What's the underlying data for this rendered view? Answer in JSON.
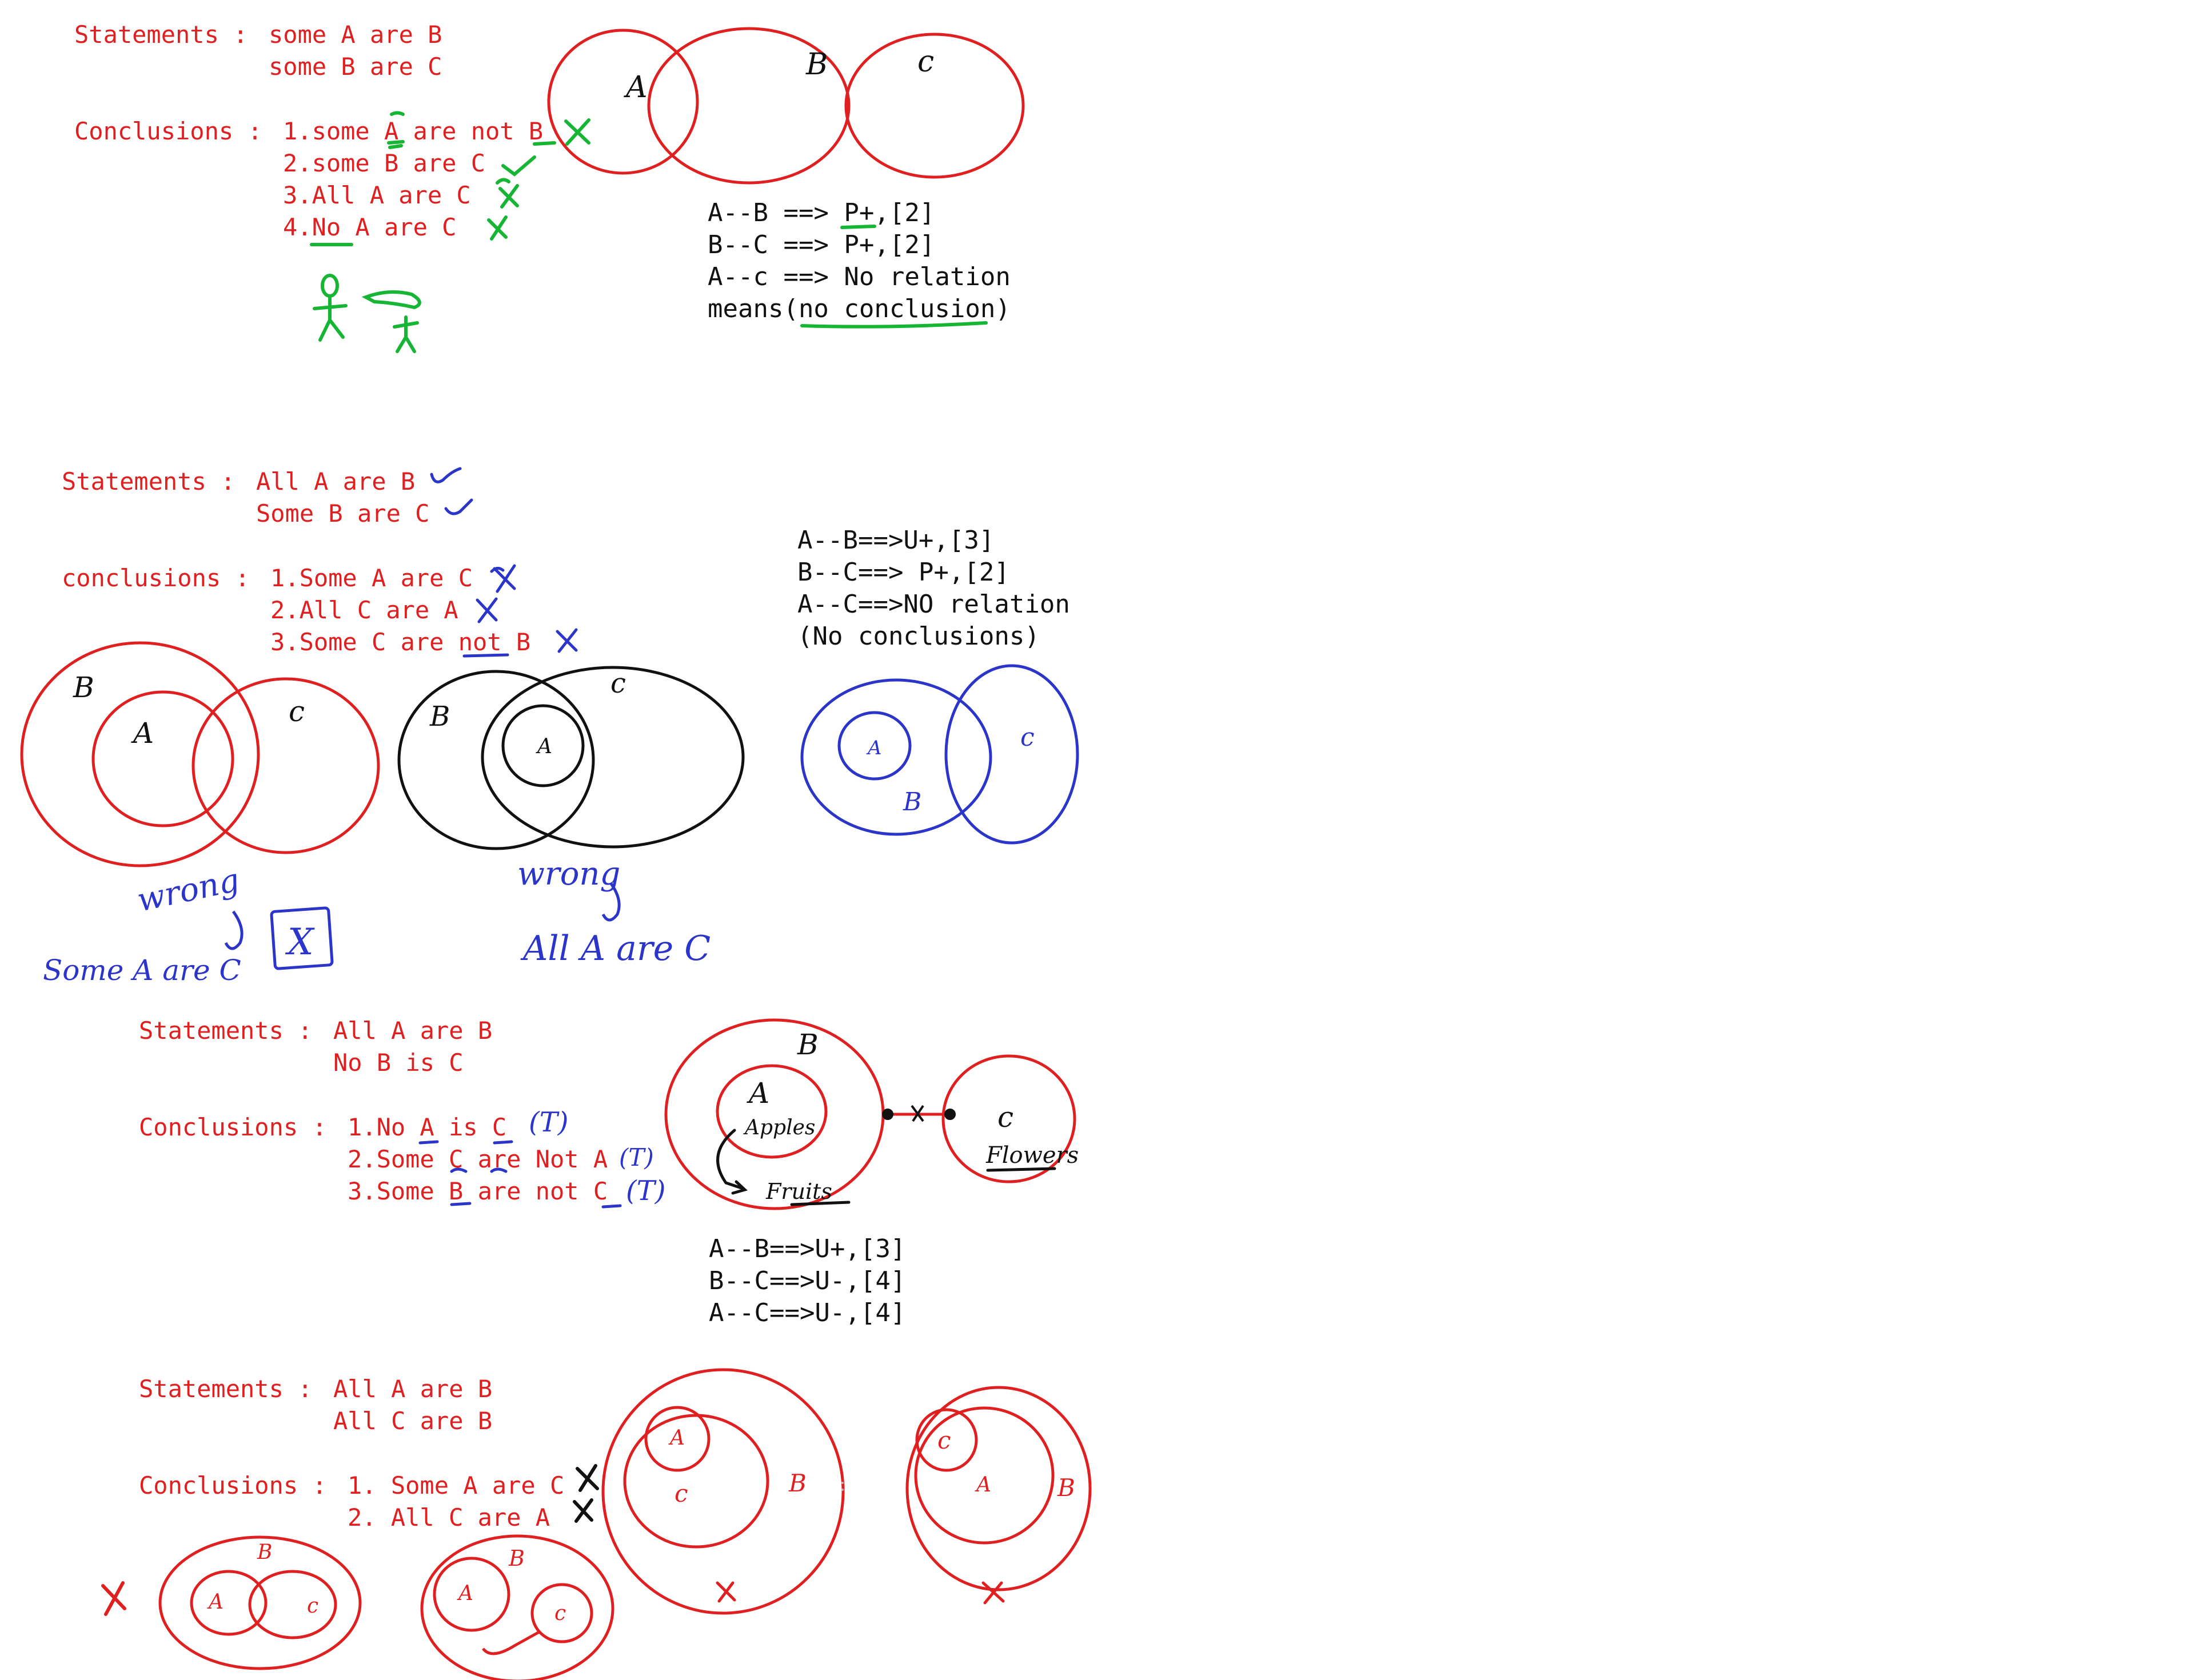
{
  "colors": {
    "red": "#e02020",
    "black": "#111111",
    "blue": "#2b35c9",
    "green": "#17b534"
  },
  "problem1": {
    "statements_label": "Statements : ",
    "statement_1": "some A are B",
    "statement_2": "some B are C",
    "conclusions_label": "Conclusions : ",
    "conclusion_1": "1.some A are not B",
    "conclusion_2": "2.some B are C",
    "conclusion_3": "3.All A are C",
    "conclusion_4": "4.No A are C",
    "diagram_labels": {
      "a": "A",
      "b": "B",
      "c": "c"
    },
    "relations": [
      "A--B ==> P+,[2]",
      "B--C ==> P+,[2]",
      "A--c ==> No relation",
      "means(no conclusion)"
    ]
  },
  "problem2": {
    "statements_label": "Statements : ",
    "statement_1": "All A are B",
    "statement_2": "Some B are C",
    "conclusions_label": "conclusions : ",
    "conclusion_1": "1.Some A are C",
    "conclusion_2": "2.All C are A",
    "conclusion_3": "3.Some C are not B",
    "relations": [
      "A--B==>U+,[3]",
      "B--C==> P+,[2]",
      "A--C==>NO relation",
      "(No conclusions)"
    ],
    "red_diagram_labels": {
      "b": "B",
      "a": "A",
      "c": "c"
    },
    "black_diagram_labels": {
      "b": "B",
      "a": "A",
      "c": "c"
    },
    "blue_diagram_labels": {
      "a": "A",
      "b": "B",
      "c": "c"
    },
    "note_wrong_1": "wrong",
    "note_some_a_are_c": "Some A are C",
    "note_x": "X",
    "note_wrong_2": "wrong",
    "note_all_a_are_c": "All A are C"
  },
  "problem3": {
    "statements_label": "Statements : ",
    "statement_1": "All A are B",
    "statement_2": "No B is C",
    "conclusions_label": "Conclusions : ",
    "conclusion_1": "1.No A is C",
    "conclusion_2": "2.Some C are Not A",
    "conclusion_3": "3.Some B are not C",
    "marks": [
      "(T)",
      "(T)",
      "(T)"
    ],
    "diagram_labels": {
      "b": "B",
      "a": "A",
      "apples": "Apples",
      "fruits": "Fruits",
      "c": "c",
      "flowers": "Flowers"
    },
    "relations": [
      "A--B==>U+,[3]",
      "B--C==>U-,[4]",
      "A--C==>U-,[4]"
    ]
  },
  "problem4": {
    "statements_label": "Statements : ",
    "statement_1": "All A are B",
    "statement_2": "All C are B",
    "conclusions_label": "Conclusions : ",
    "conclusion_1": "1. Some A are C",
    "conclusion_2": "2. All C are A",
    "diagram1_labels": {
      "b": "B",
      "a": "A",
      "c": "c"
    },
    "diagram2_labels": {
      "b": "B",
      "a": "A",
      "c": "c"
    },
    "diagram3_labels": {
      "a": "A",
      "c": "c",
      "b": "B"
    },
    "diagram4_labels": {
      "c": "c",
      "a": "A",
      "b": "B"
    }
  }
}
